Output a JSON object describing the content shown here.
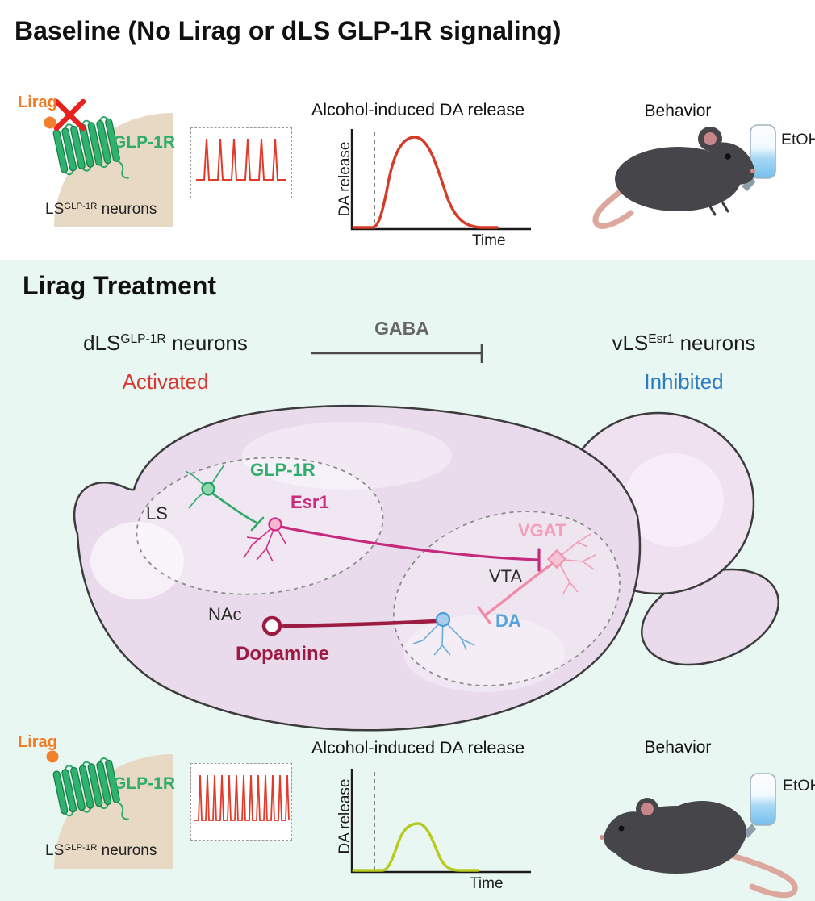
{
  "baseline": {
    "title": "Baseline (No Lirag or dLS GLP-1R signaling)",
    "receptor": {
      "lirag": "Lirag",
      "glp1r": "GLP-1R",
      "neurons_base": "LS",
      "neurons_sup": "GLP-1R",
      "neurons_rest": " neurons"
    },
    "activity": {
      "spike_count": 6
    },
    "chart": {
      "title": "Alcohol-induced DA release",
      "ylabel": "DA release",
      "xlabel": "Time"
    },
    "behavior": {
      "title": "Behavior",
      "bottle_label": "EtOH"
    }
  },
  "treatment": {
    "title": "Lirag Treatment",
    "dls": {
      "base": "dLS",
      "sup": "GLP-1R",
      "rest": " neurons",
      "state": "Activated"
    },
    "gaba_label": "GABA",
    "vls": {
      "base": "vLS",
      "sup": "Esr1",
      "rest": " neurons",
      "state": "Inhibited"
    },
    "brain": {
      "ls": "LS",
      "glp1r": "GLP-1R",
      "esr1": "Esr1",
      "vta": "VTA",
      "vgat": "VGAT",
      "da": "DA",
      "nac": "NAc",
      "dopamine": "Dopamine"
    },
    "receptor": {
      "lirag": "Lirag",
      "glp1r": "GLP-1R",
      "neurons_base": "LS",
      "neurons_sup": "GLP-1R",
      "neurons_rest": " neurons"
    },
    "activity": {
      "spike_count": 13
    },
    "chart": {
      "title": "Alcohol-induced DA release",
      "ylabel": "DA release",
      "xlabel": "Time"
    },
    "behavior": {
      "title": "Behavior",
      "bottle_label": "EtOH"
    }
  },
  "colors": {
    "baseline_bg": "#ffffff",
    "treatment_bg": "#e9f7f2",
    "lirag_orange": "#f07d26",
    "glp1r_green": "#2fae6b",
    "spike_red": "#e23a2a",
    "x_red": "#e8211c",
    "curve_red": "#d63b28",
    "curve_yellow_green": "#b7ca1e",
    "activated_red": "#d43a33",
    "inhibited_blue": "#2b7cc0",
    "esr1_magenta": "#cb2b7e",
    "vgat_pink": "#f2a0ba",
    "da_blue": "#4f9bd6",
    "dopamine_dark_red": "#9b1b42",
    "membrane_tan": "#e7d9c3",
    "brain_lavender": "#e9dbec",
    "mouse_gray": "#46464a"
  },
  "chart_data": [
    {
      "type": "line",
      "panel": "baseline",
      "title": "Alcohol-induced DA release",
      "xlabel": "Time",
      "ylabel": "DA release",
      "series": [
        {
          "name": "DA release (no Lirag)",
          "color": "#d63b28",
          "x_norm": [
            0,
            0.1,
            0.18,
            0.25,
            0.34,
            0.5,
            0.65,
            0.8
          ],
          "y_norm": [
            0,
            0,
            0.35,
            0.9,
            1.0,
            0.55,
            0.12,
            0
          ]
        }
      ],
      "annotations": [
        "dashed vertical line marks alcohol delivery",
        "large peak"
      ]
    },
    {
      "type": "line",
      "panel": "lirag_treatment",
      "title": "Alcohol-induced DA release",
      "xlabel": "Time",
      "ylabel": "DA release",
      "series": [
        {
          "name": "DA release (Lirag)",
          "color": "#b7ca1e",
          "x_norm": [
            0,
            0.17,
            0.25,
            0.33,
            0.4,
            0.52,
            0.62
          ],
          "y_norm": [
            0,
            0,
            0.12,
            0.42,
            0.45,
            0.1,
            0
          ]
        }
      ],
      "annotations": [
        "dashed vertical line marks alcohol delivery",
        "blunted peak vs baseline"
      ]
    }
  ]
}
